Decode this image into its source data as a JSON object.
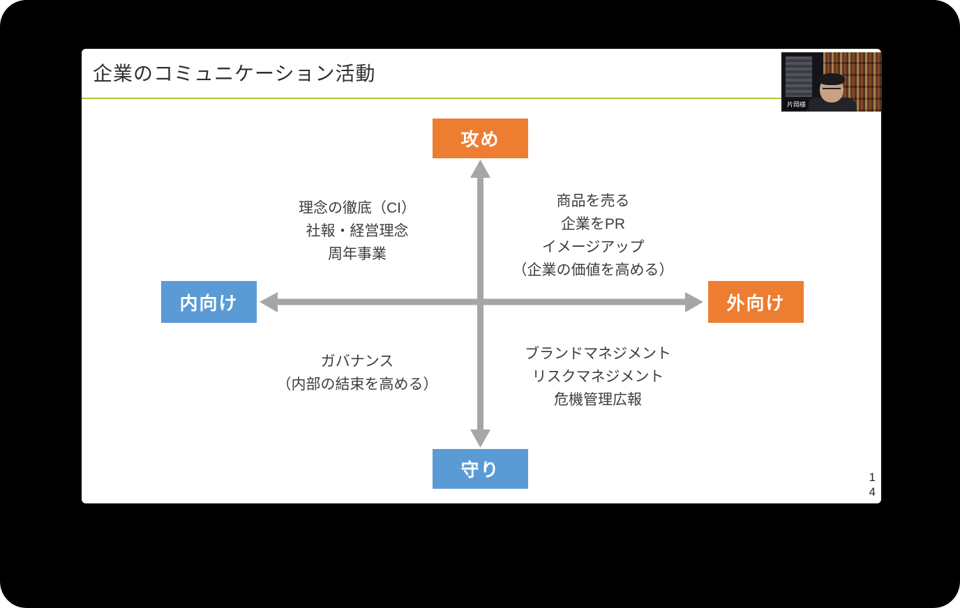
{
  "slide": {
    "title": "企業のコミュニケーション活動",
    "accent_line_color": "#b5c334",
    "page_number": "1\n4",
    "matrix": {
      "axis_labels": {
        "top": "攻め",
        "bottom": "守り",
        "left": "内向け",
        "right": "外向け"
      },
      "quadrants": {
        "top_left": "理念の徹底（CI）\n社報・経営理念\n周年事業",
        "top_right": "商品を売る\n企業をPR\nイメージアップ\n（企業の価値を高める）",
        "bottom_left": "ガバナンス\n（内部の結束を高める）",
        "bottom_right": "ブランドマネジメント\nリスクマネジメント\n危機管理広報"
      },
      "colors": {
        "orange": "#ED7D31",
        "blue": "#5B9BD5",
        "arrow": "#A6A6A6"
      }
    }
  },
  "video_overlay": {
    "participant_name": "片岡様"
  }
}
